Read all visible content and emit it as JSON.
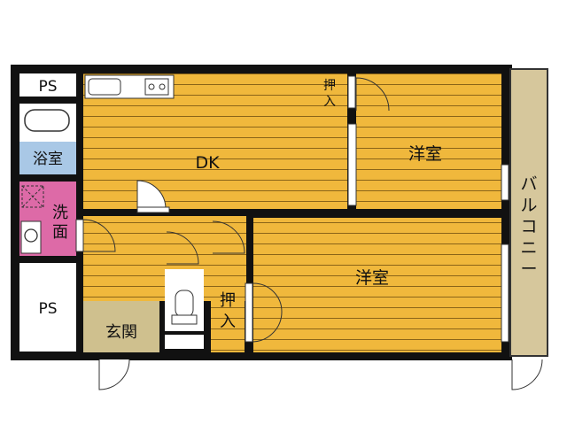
{
  "plan": {
    "rooms": {
      "ps_top": "PS",
      "ps_bottom": "PS",
      "bath": "浴室",
      "wash": [
        "洗",
        "面"
      ],
      "dk": "DK",
      "bed_top": "洋室",
      "bed_bottom": "洋室",
      "closet_top": [
        "押",
        "入"
      ],
      "closet_mid": [
        "押",
        "入"
      ],
      "entrance": "玄関",
      "balcony": [
        "バ",
        "ル",
        "コ",
        "ニ",
        "ー"
      ]
    }
  },
  "colors": {
    "wall": "#111111",
    "floor": "#f0b83c",
    "floor_line": "#8a6418",
    "bath": "#a9c8e6",
    "wash": "#dd6aa7",
    "entrance": "#cfc08e",
    "balcony": "#d6c79c",
    "closet": "#f0b83c"
  }
}
